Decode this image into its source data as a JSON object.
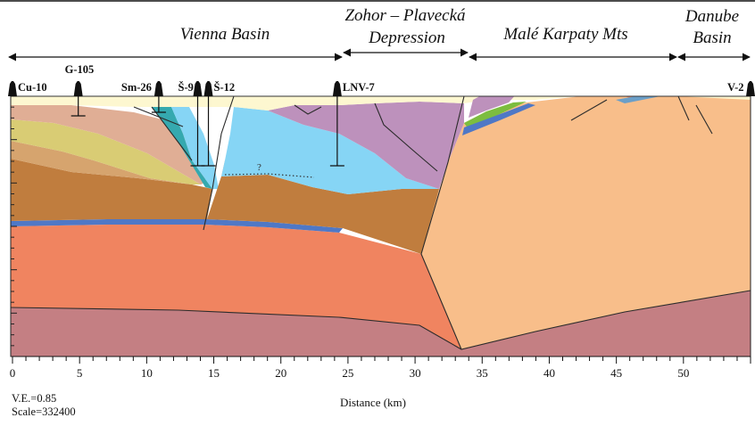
{
  "regions": [
    {
      "id": "vienna",
      "label": "Vienna Basin"
    },
    {
      "id": "zohor",
      "label_line1": "Zohor – Plavecká",
      "label_line2": "Depression"
    },
    {
      "id": "karpaty",
      "label": "Malé Karpaty Mts"
    },
    {
      "id": "danube",
      "label_line1": "Danube",
      "label_line2": "Basin"
    }
  ],
  "wells": [
    {
      "name": "Cu-10",
      "km": 0
    },
    {
      "name": "G-105",
      "km": 4.9
    },
    {
      "name": "Sm-26",
      "km": 10.9
    },
    {
      "name": "Š-9",
      "km": 13.8
    },
    {
      "name": "Š-12",
      "km": 14.6
    },
    {
      "name": "LNV-7",
      "km": 24.2
    },
    {
      "name": "V-2",
      "km": 55
    }
  ],
  "x_axis": {
    "label": "Distance (km)",
    "ticks": [
      "0",
      "5",
      "10",
      "15",
      "20",
      "25",
      "30",
      "35",
      "40",
      "45",
      "50"
    ],
    "min": 0,
    "max": 55
  },
  "query_mark": "?",
  "footnote": {
    "ve": "V.E.=0.85",
    "scale": "Scale=332400"
  },
  "colors": {
    "cream": "#fdf7d0",
    "pink_beige": "#e0ae95",
    "khaki": "#d9cc74",
    "tan": "#d6a46e",
    "brown": "#c07d3e",
    "light_blue": "#86d5f5",
    "purple": "#bd91bc",
    "blue": "#4f78c6",
    "salmon": "#f08460",
    "mauve": "#c47f83",
    "light_orange": "#f8be8a",
    "teal": "#35a9af",
    "green": "#7cbd3f"
  }
}
